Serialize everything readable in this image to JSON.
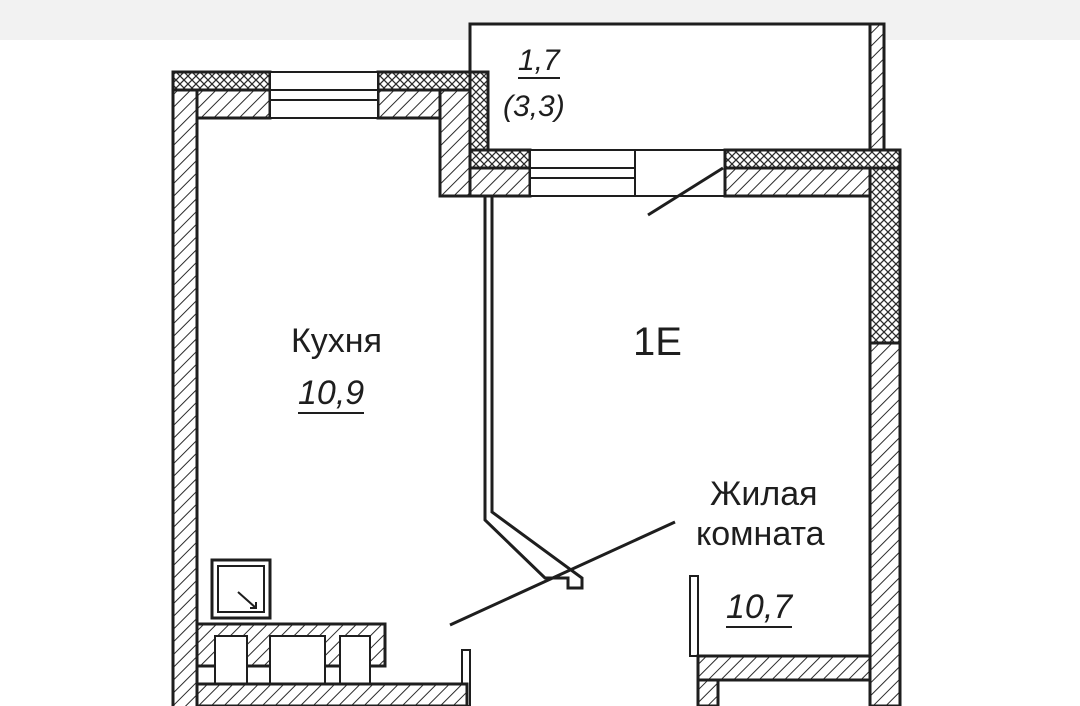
{
  "plan": {
    "code": "1E",
    "rooms": [
      {
        "name": "Кухня",
        "area": "10,9"
      },
      {
        "name_line1": "Жилая",
        "name_line2": "комната",
        "area": "10,7"
      }
    ],
    "balcony": {
      "area": "1,7",
      "area_alt": "(3,3)"
    }
  },
  "colors": {
    "wall": "#1e1e1e",
    "hatch": "#2b2b2b",
    "background": "#ffffff",
    "top_band": "#f2f2f2"
  }
}
